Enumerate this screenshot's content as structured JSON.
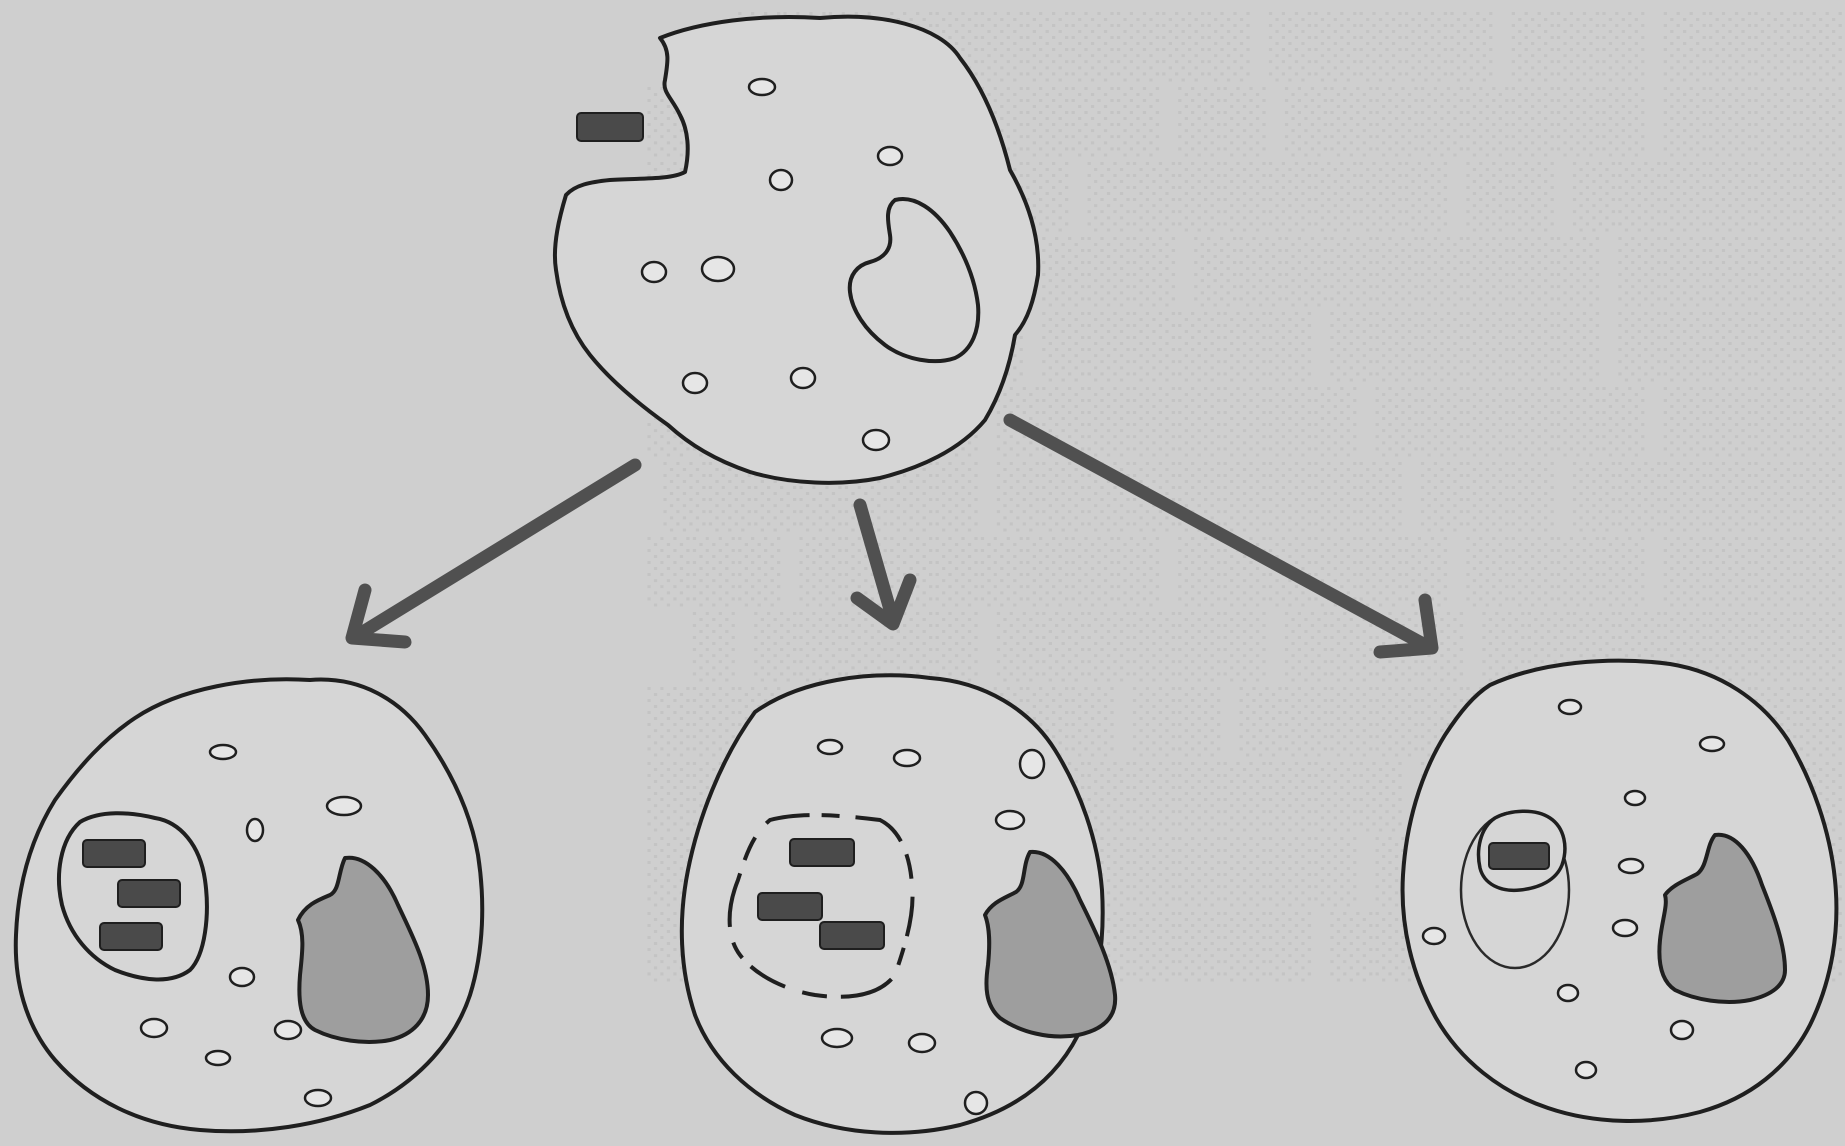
{
  "figure": {
    "background": "#cfcfcf",
    "cell_fill": "#d6d6d6",
    "cell_outline": "#1f1f1f",
    "granule_fill": "#e6e6e6",
    "nucleus_shaded_fill": "#9e9e9e",
    "bacterium_fill": "#4a4a4a",
    "arrow_color": "#505050",
    "panels": [
      {
        "id": "parent-cell",
        "content": "phagocyte with a bacterium attached at a membrane indentation, unshaded nucleus and granules"
      },
      {
        "id": "outcome-1",
        "content": "three bacteria inside an intact phagosome; shaded nucleus"
      },
      {
        "id": "outcome-2",
        "content": "three bacteria inside a broken (dashed) phagosome membrane; shaded nucleus"
      },
      {
        "id": "outcome-3",
        "content": "one bacterium inside a double-membrane vacuole; shaded nucleus"
      }
    ],
    "arrows": [
      "to-outcome-1",
      "to-outcome-2",
      "to-outcome-3"
    ]
  }
}
